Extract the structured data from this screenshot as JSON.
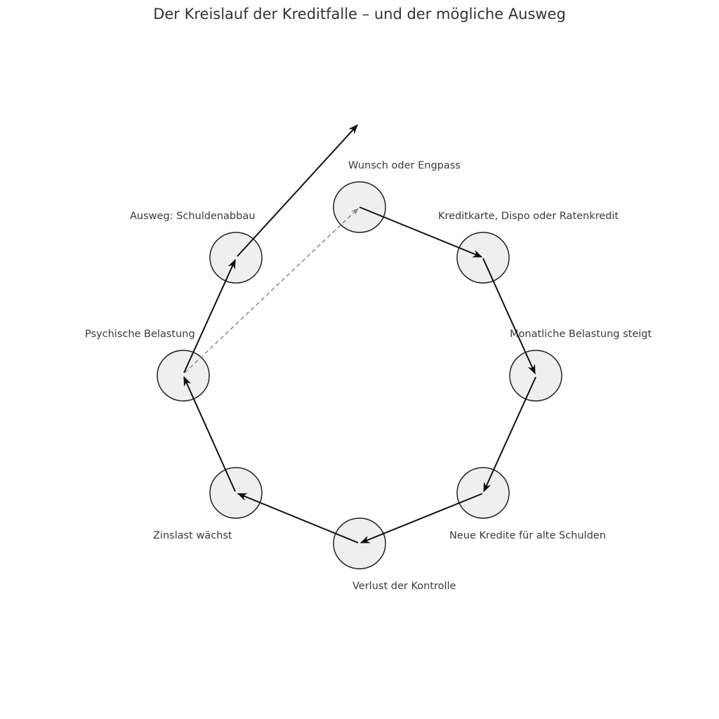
{
  "title": "Der Kreislauf der Kreditfalle – und der mögliche Ausweg",
  "nodes": [
    {
      "id": "wunsch",
      "label": "Wunsch oder Engpass"
    },
    {
      "id": "kreditkarte",
      "label": "Kreditkarte, Dispo oder Ratenkredit"
    },
    {
      "id": "belastung",
      "label": "Monatliche Belastung steigt"
    },
    {
      "id": "neue-kredite",
      "label": "Neue Kredite für alte Schulden"
    },
    {
      "id": "kontrolle",
      "label": "Verlust der Kontrolle"
    },
    {
      "id": "zinslast",
      "label": "Zinslast wächst"
    },
    {
      "id": "psychisch",
      "label": "Psychische Belastung"
    },
    {
      "id": "ausweg",
      "label": "Ausweg: Schuldenabbau"
    }
  ],
  "edges": [
    {
      "from": "wunsch",
      "to": "kreditkarte",
      "style": "solid"
    },
    {
      "from": "kreditkarte",
      "to": "belastung",
      "style": "solid"
    },
    {
      "from": "belastung",
      "to": "neue-kredite",
      "style": "solid"
    },
    {
      "from": "neue-kredite",
      "to": "kontrolle",
      "style": "solid"
    },
    {
      "from": "kontrolle",
      "to": "zinslast",
      "style": "solid"
    },
    {
      "from": "zinslast",
      "to": "psychisch",
      "style": "solid"
    },
    {
      "from": "psychisch",
      "to": "ausweg",
      "style": "solid"
    },
    {
      "from": "psychisch",
      "to": "wunsch",
      "style": "dashed"
    },
    {
      "from": "ausweg",
      "to": "exit",
      "style": "solid"
    }
  ],
  "colors": {
    "node_fill": "#efefef",
    "node_stroke": "#222222",
    "arrow": "#111111",
    "dashed_arrow": "#888888"
  }
}
